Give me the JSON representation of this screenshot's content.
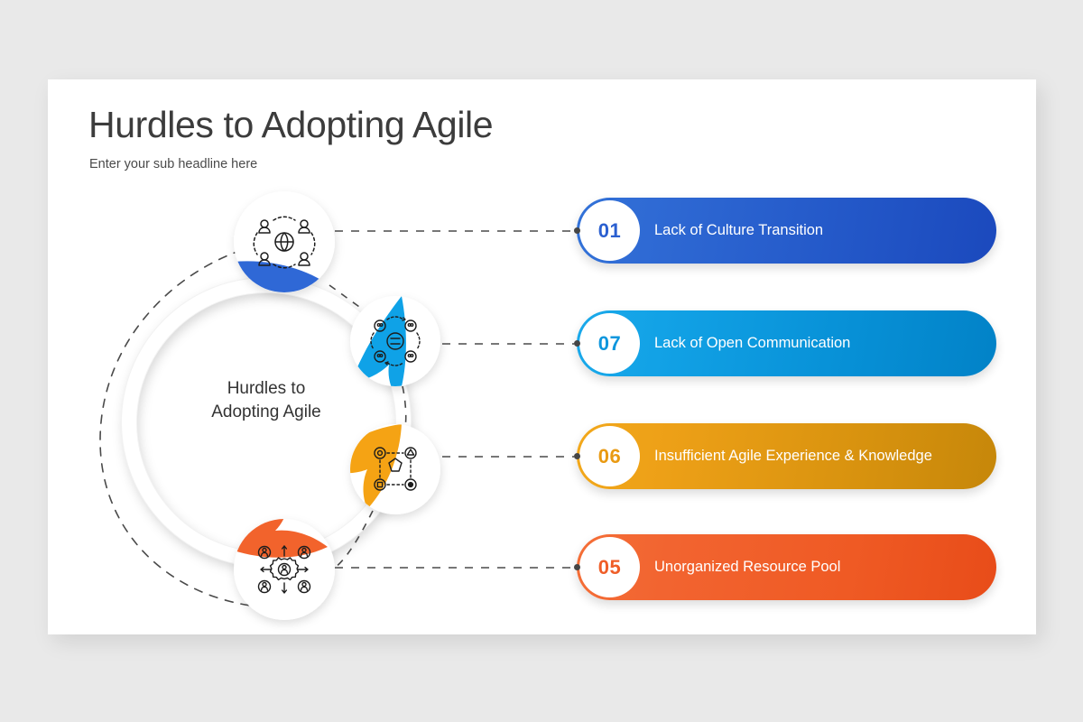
{
  "slide": {
    "title": "Hurdles to Adopting Agile",
    "subtitle": "Enter your sub headline here",
    "background_color": "#e9e9e9",
    "card_color": "#ffffff"
  },
  "diagram": {
    "center_label": "Hurdles to\nAdopting Agile",
    "nodes": [
      {
        "id": "node-1",
        "icon": "global-team-culture-icon",
        "accent": "#2f68d6"
      },
      {
        "id": "node-2",
        "icon": "team-equality-communication-icon",
        "accent": "#0fa2e7"
      },
      {
        "id": "node-3",
        "icon": "shapes-network-knowledge-icon",
        "accent": "#f5a314"
      },
      {
        "id": "node-4",
        "icon": "resource-distribution-gear-icon",
        "accent": "#f2632c"
      }
    ]
  },
  "bars": [
    {
      "number": "01",
      "label": "Lack of Culture Transition",
      "color_start": "#3272d8",
      "color_end": "#1b49bd",
      "number_color": "#2a5fd0"
    },
    {
      "number": "07",
      "label": "Lack of Open Communication",
      "color_start": "#1aa9ea",
      "color_end": "#0282c7",
      "number_color": "#0e96dd"
    },
    {
      "number": "06",
      "label": "Insufficient Agile Experience & Knowledge",
      "color_start": "#f2a81b",
      "color_end": "#c6870a",
      "number_color": "#e99a12"
    },
    {
      "number": "05",
      "label": "Unorganized Resource Pool",
      "color_start": "#f46e37",
      "color_end": "#e84c19",
      "number_color": "#ef5e28"
    }
  ]
}
